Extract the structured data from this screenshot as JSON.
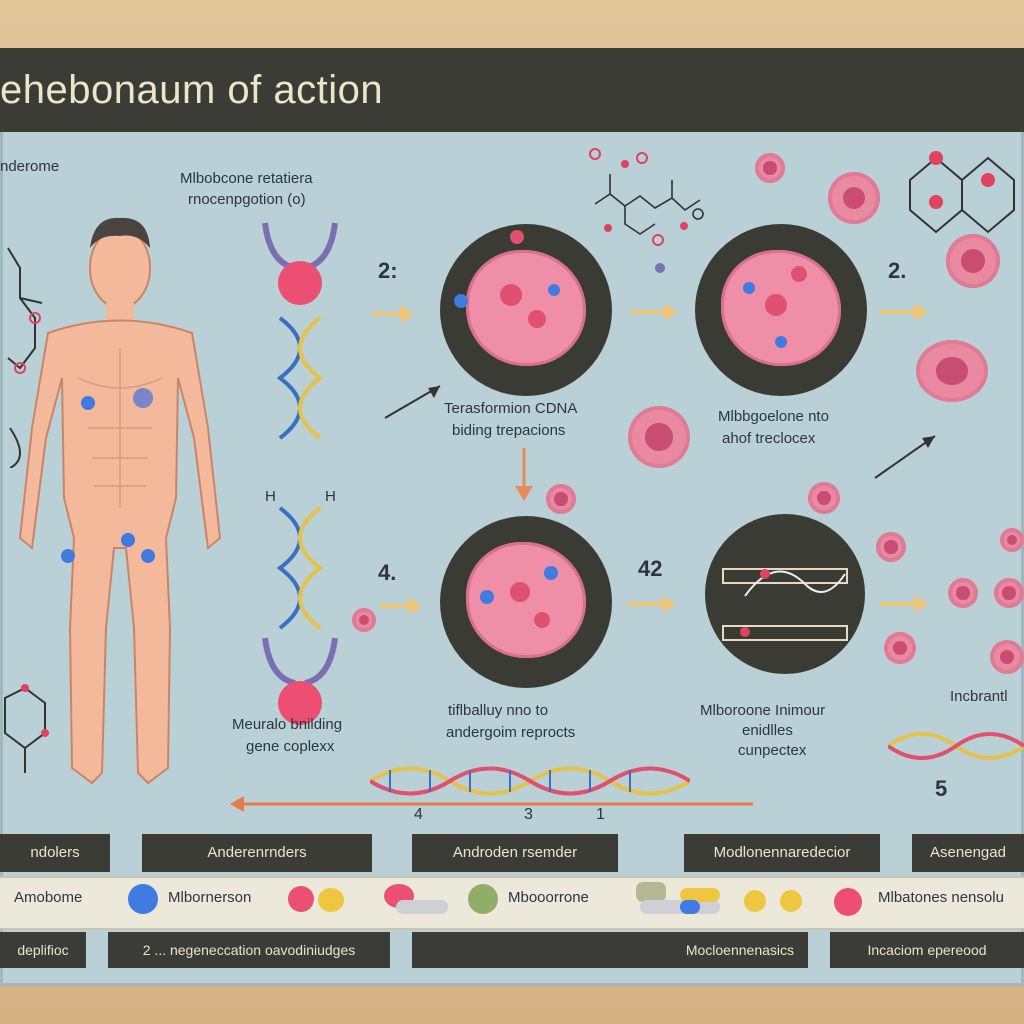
{
  "title": "ehebonaum of action",
  "labels": {
    "top_left": "nderome",
    "receptor_heading_1": "Mlbobcone retatiera",
    "receptor_heading_2": "rnocenpgotion (o)",
    "transform_1": "Terasformion CDNA",
    "transform_2": "biding trepacions",
    "mlb_complex_1": "Mlbbgoelone nto",
    "mlb_complex_2": "ahof treclocex",
    "neural_1": "Meuralo bnilding",
    "neural_2": "gene coplexx",
    "tifballuy_1": "tiflballuy nno to",
    "tifballuy_2": "andergoim reprocts",
    "mlb_inimour_1": "Mlboroone Inimour",
    "mlb_inimour_2": "enidlles",
    "mlb_inimour_3": "cunpectex",
    "incbrant": "Incbrantl",
    "h_left": "H",
    "h_right": "H"
  },
  "step_numbers": {
    "s2a": "2:",
    "s2b": "2.",
    "s4": "4.",
    "s42": "42",
    "s5": "5",
    "bottom_4": "4",
    "bottom_3": "3",
    "bottom_1": "1"
  },
  "headers": [
    "ndolers",
    "Anderenrnders",
    "Androden rsemder",
    "Modlonennaredecior",
    "Asenengad"
  ],
  "legend": [
    "Amobome",
    "Mlbornerson",
    "Mbooorrone",
    "Mlbatones nensolu"
  ],
  "footers": [
    "deplifioc",
    "2 ... negeneccation oavodiniudges",
    "Mocloennenasics",
    "Incaciom epereood"
  ],
  "colors": {
    "board": "#b9d0d6",
    "dark": "#3b3c36",
    "pink": "#ee8fa7",
    "blue": "#3f7be0",
    "arrow": "#f0c67a"
  }
}
